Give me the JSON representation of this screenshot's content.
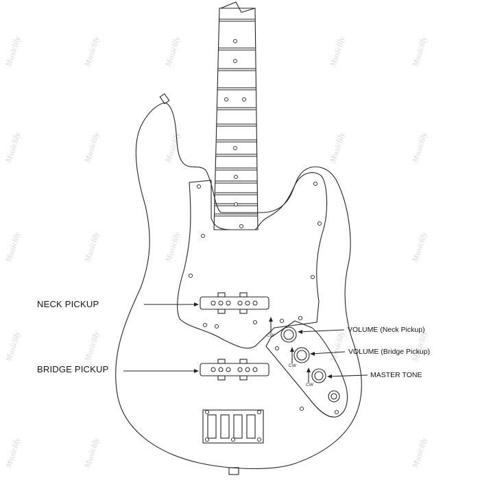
{
  "labels": {
    "neck_pickup": "NECK PICKUP",
    "bridge_pickup": "BRIDGE  PICKUP",
    "volume_neck": "VOLUME (Neck Pickup)",
    "volume_bridge": "VOLUME (Bridge Pickup)",
    "master_tone": "MASTER TONE",
    "cw": "CW"
  },
  "watermark": {
    "text": "Musiclily"
  },
  "colors": {
    "line": "#222222",
    "fill": "#ffffff",
    "fret_dots": "#333333",
    "watermark": "#c8c8c8"
  }
}
